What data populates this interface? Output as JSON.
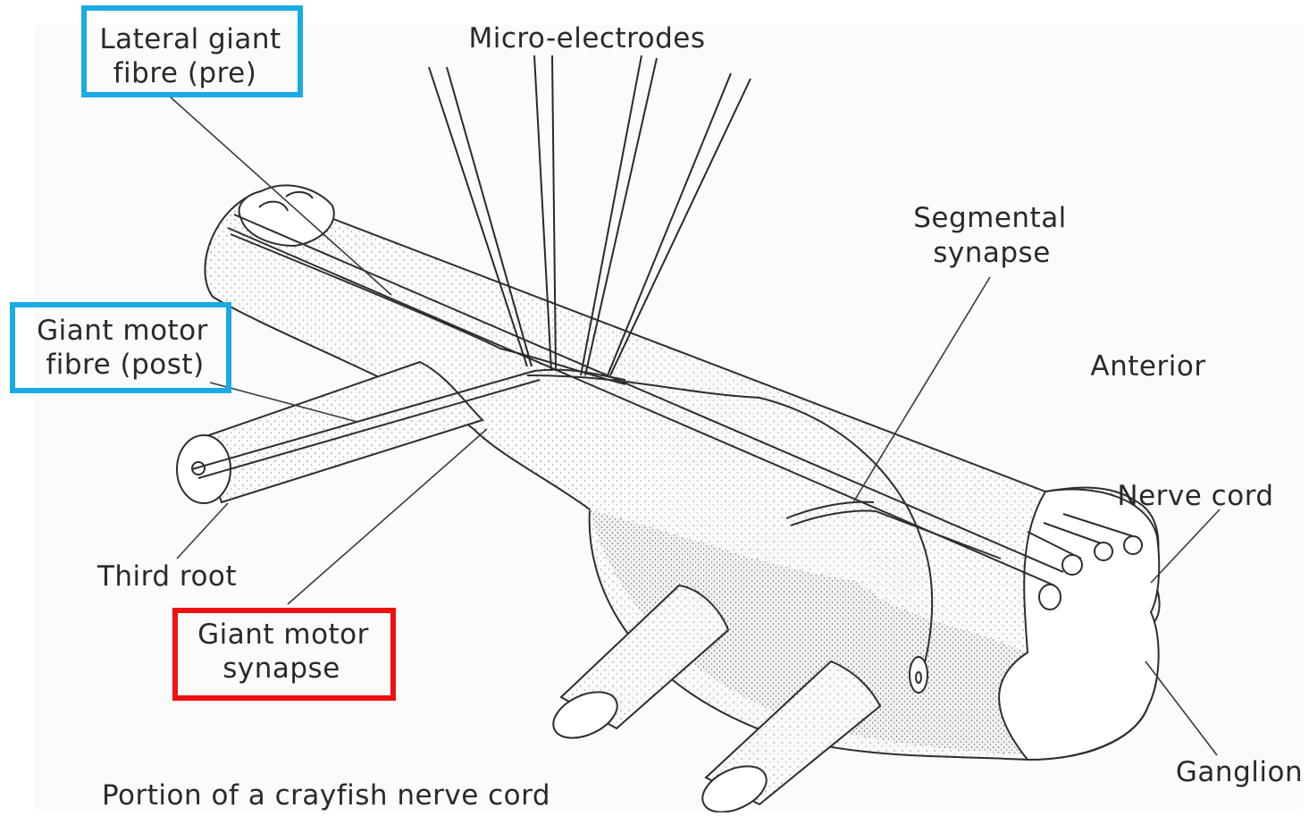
{
  "diagram": {
    "caption": "Portion of a crayfish nerve cord",
    "labels": {
      "lateral_giant_line1": "Lateral giant",
      "lateral_giant_line2": "fibre (pre)",
      "micro_electrodes": "Micro-electrodes",
      "segmental_line1": "Segmental",
      "segmental_line2": "synapse",
      "anterior": "Anterior",
      "giant_motor_fibre_line1": "Giant motor",
      "giant_motor_fibre_line2": "fibre (post)",
      "nerve_cord": "Nerve cord",
      "third_root": "Third root",
      "giant_motor_synapse_line1": "Giant motor",
      "giant_motor_synapse_line2": "synapse",
      "ganglion": "Ganglion"
    },
    "highlight_colors": {
      "pre_post_boxes": "#1aaae6",
      "synapse_box": "#ee1111"
    }
  }
}
